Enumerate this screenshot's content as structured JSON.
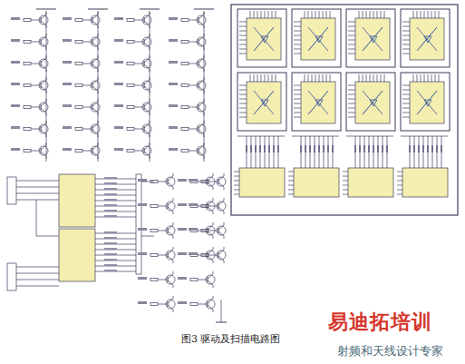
{
  "diagram": {
    "caption": "图3 驱动及扫描电路图",
    "labels": [
      "易迪拓培训",
      "射频和天线设计专家"
    ]
  }
}
